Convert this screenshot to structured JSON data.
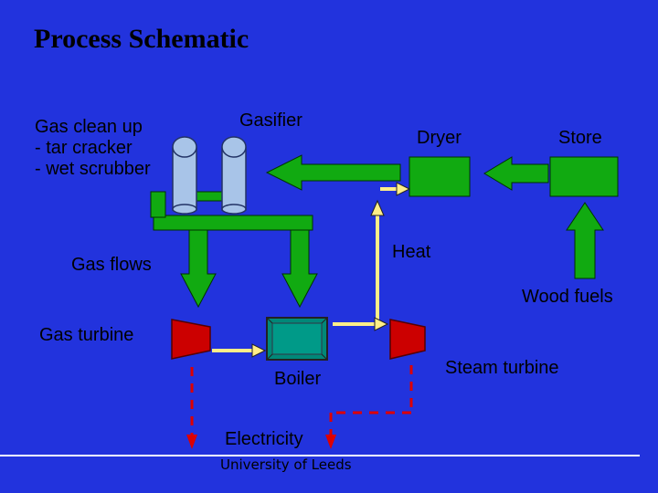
{
  "slide": {
    "title": "Process Schematic",
    "footer": "University of Leeds"
  },
  "labels": {
    "gas_clean_up": [
      "Gas clean up",
      "- tar cracker",
      "- wet scrubber"
    ],
    "gasifier": "Gasifier",
    "dryer": "Dryer",
    "store": "Store",
    "heat": "Heat",
    "gas_flows": "Gas flows",
    "wood_fuels": "Wood fuels",
    "gas_turbine": "Gas turbine",
    "boiler": "Boiler",
    "steam_turbine": "Steam turbine",
    "electricity": "Electricity"
  },
  "colors": {
    "background": "#2233dd",
    "green": "#11aa11",
    "green_outline": "#003300",
    "turbine": "#cc0000",
    "boiler": "#008878",
    "cylinder": "#a8c4e8",
    "electric_line": "#dd0000",
    "heat_arrow": "#ffee88",
    "footer_rule": "#ffffff"
  }
}
